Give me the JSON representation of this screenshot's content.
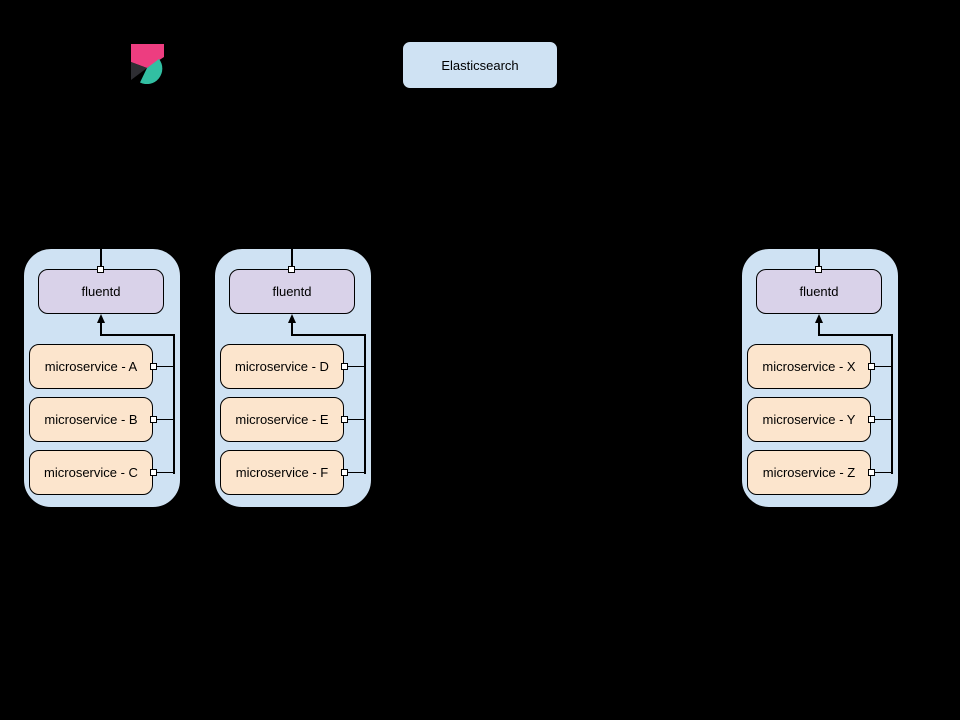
{
  "page": {
    "background": "#000000"
  },
  "logo": {
    "name": "kibana-logo",
    "colors": {
      "pink": "#ed3d80",
      "dark": "#2e2e33",
      "teal": "#32bfa2"
    }
  },
  "elasticsearch": {
    "label": "Elasticsearch"
  },
  "nodes": [
    {
      "fluentd": "fluentd",
      "services": [
        "microservice - A",
        "microservice - B",
        "microservice - C"
      ]
    },
    {
      "fluentd": "fluentd",
      "services": [
        "microservice - D",
        "microservice - E",
        "microservice - F"
      ]
    },
    {
      "fluentd": "fluentd",
      "services": [
        "microservice - X",
        "microservice - Y",
        "microservice - Z"
      ]
    }
  ],
  "styles": {
    "stroke": "#000000",
    "text_color": "#000000",
    "container_fill": "#cfe2f3",
    "fluentd_fill": "#d9d2e9",
    "service_fill": "#fce5cd",
    "elasticsearch_fill": "#cfe2f3"
  }
}
